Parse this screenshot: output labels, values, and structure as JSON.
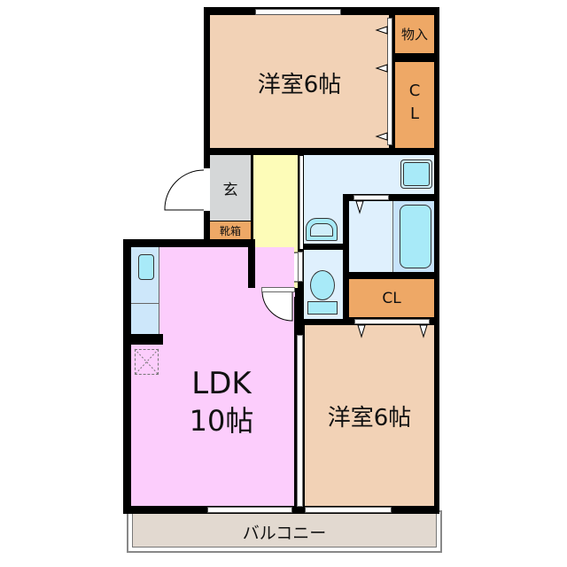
{
  "floorplan": {
    "rooms": {
      "bedroom_north": {
        "label": "洋室6帖",
        "color": "#f2d2b6"
      },
      "storage": {
        "label": "物入",
        "color": "#eea866"
      },
      "closet_north": {
        "label_line1": "C",
        "label_line2": "L",
        "color": "#eea866"
      },
      "entrance": {
        "label": "玄",
        "color": "#d5d7d8"
      },
      "shoe_cabinet": {
        "label": "靴箱",
        "color": "#eea866"
      },
      "hallway": {
        "color": "#fdfcb8"
      },
      "washroom": {
        "color": "#dff0fd"
      },
      "bathroom": {
        "color": "#dff0fd"
      },
      "toilet": {
        "color": "#dff0fd"
      },
      "closet_south": {
        "label": "CL",
        "color": "#eea866"
      },
      "ldk": {
        "label_line1": "LDK",
        "label_line2": "10帖",
        "color": "#fccdfc"
      },
      "bedroom_south": {
        "label": "洋室6帖",
        "color": "#f2d2b6"
      },
      "balcony": {
        "label": "バルコニー",
        "color": "#e2d9d0"
      }
    },
    "fixtures": [
      "sink-icon",
      "washbasin-icon",
      "bathtub-icon",
      "toilet-icon",
      "kitchen-sink-icon",
      "fridge-space-icon"
    ]
  }
}
